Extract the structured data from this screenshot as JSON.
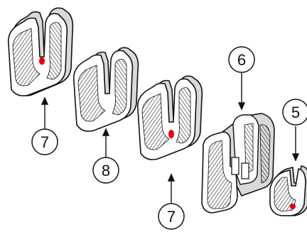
{
  "callouts": [
    {
      "id": "c1",
      "label": "7"
    },
    {
      "id": "c2",
      "label": "8"
    },
    {
      "id": "c3",
      "label": "7"
    },
    {
      "id": "c4",
      "label": "6"
    },
    {
      "id": "c5",
      "label": "5"
    }
  ],
  "colors": {
    "outline": "#111111",
    "part_fill": "#ffffff",
    "side_shade": "#d9d9d9",
    "hatch": "#222222",
    "marker": "#e8000b"
  }
}
